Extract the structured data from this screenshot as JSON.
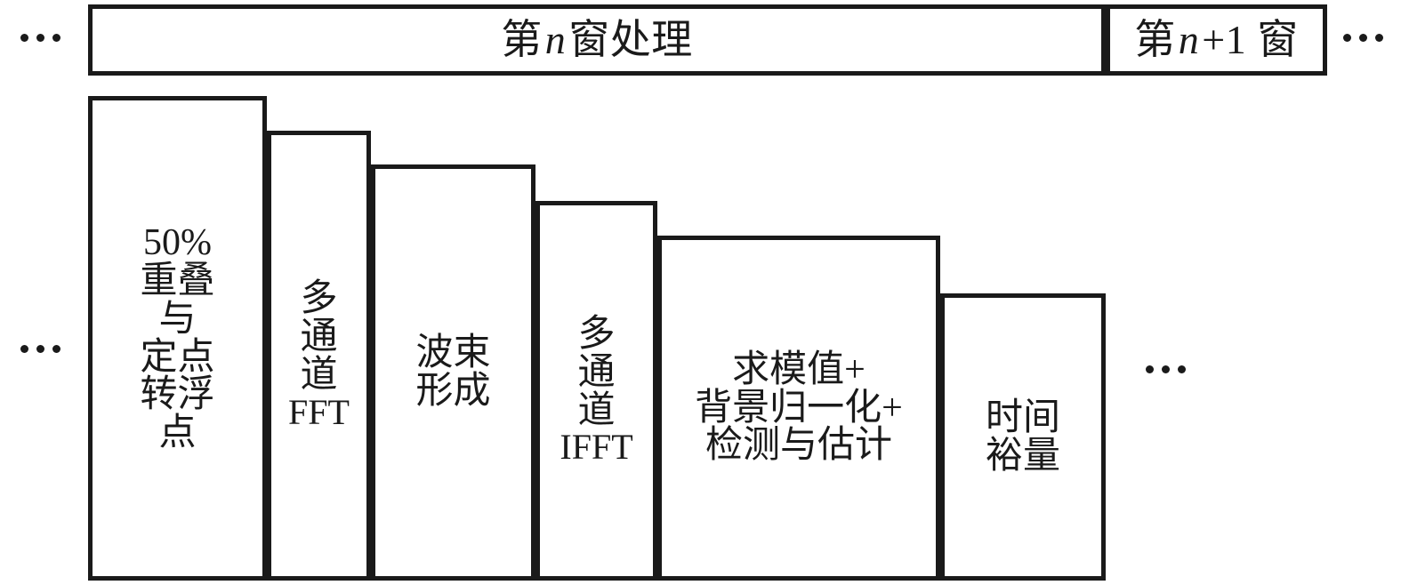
{
  "diagram": {
    "title_row": {
      "left_ellipsis": "...",
      "right_ellipsis": "...",
      "cells": [
        {
          "name": "window-n",
          "prefix": "第",
          "var": "n",
          "suffix": "窗处理",
          "full_text": "第 n 窗处理"
        },
        {
          "name": "window-n-plus-1",
          "prefix": "第",
          "var": "n",
          "suffix": "+1 窗",
          "full_text": "第 n+1 窗"
        }
      ]
    },
    "mid_ellipsis_left": "...",
    "mid_ellipsis_right": "...",
    "stages": [
      {
        "name": "overlap-fixed-to-float",
        "lines": [
          "50%",
          "重叠",
          "与",
          "定点",
          "转浮",
          "点"
        ],
        "full_text": "50% 重叠与定点转浮点"
      },
      {
        "name": "multichannel-fft",
        "lines": [
          "多",
          "通",
          "道",
          "FFT"
        ],
        "full_text": "多通道FFT"
      },
      {
        "name": "beamforming",
        "lines": [
          "波束",
          "形成"
        ],
        "full_text": "波束形成"
      },
      {
        "name": "multichannel-ifft",
        "lines": [
          "多",
          "通",
          "道",
          "IFFT"
        ],
        "full_text": "多通道IFFT"
      },
      {
        "name": "magnitude-normalize-detect",
        "lines": [
          "求模值+",
          "背景归一化+",
          "检测与估计"
        ],
        "full_text": "求模值+背景归一化+检测与估计"
      },
      {
        "name": "time-margin",
        "lines": [
          "时间",
          "裕量"
        ],
        "full_text": "时间裕量"
      }
    ],
    "colors": {
      "stroke": "#1a1a1a",
      "background": "#ffffff"
    }
  }
}
